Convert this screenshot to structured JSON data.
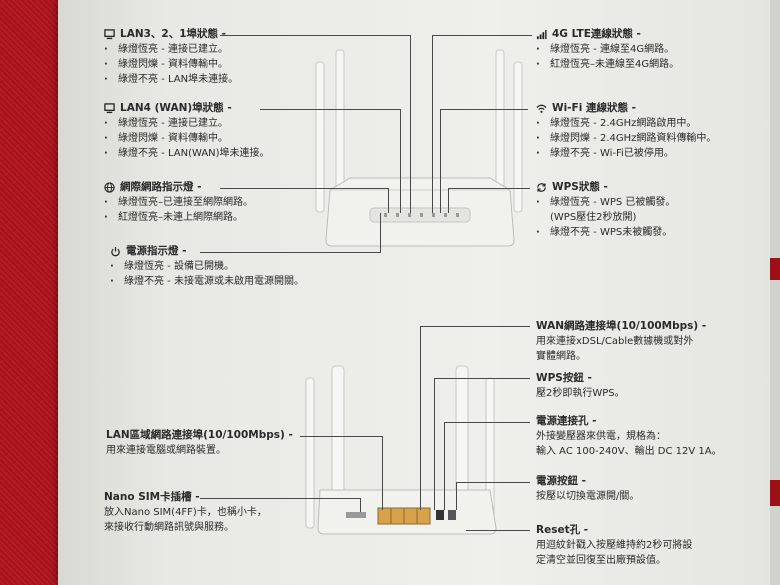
{
  "top_left": {
    "lan321": {
      "title": "LAN3、2、1埠狀態 -",
      "items": [
        "綠燈恆亮 - 連接已建立。",
        "綠燈閃爍 - 資料傳輸中。",
        "綠燈不亮 - LAN埠未連接。"
      ]
    },
    "lan4": {
      "title": "LAN4 (WAN)埠狀態 -",
      "items": [
        "綠燈恆亮 - 連接已建立。",
        "綠燈閃爍 - 資料傳輸中。",
        "綠燈不亮 - LAN(WAN)埠未連接。"
      ]
    },
    "internet": {
      "title": "網際網路指示燈 -",
      "items": [
        "綠燈恆亮–已連接至網際網路。",
        "紅燈恆亮–未連上網際網路。"
      ]
    },
    "power": {
      "title": "電源指示燈 -",
      "items": [
        "綠燈恆亮 - 設備已開機。",
        "綠燈不亮 - 未接電源或未啟用電源開關。"
      ]
    }
  },
  "top_right": {
    "lte": {
      "title": "4G LTE連線狀態 -",
      "items": [
        "綠燈恆亮 - 連線至4G網路。",
        "紅燈恆亮–未連線至4G網路。"
      ]
    },
    "wifi": {
      "title": "Wi-Fi 連線狀態 -",
      "items": [
        "綠燈恆亮 - 2.4GHz網路啟用中。",
        "綠燈閃爍 - 2.4GHz網路資料傳輸中。",
        "綠燈不亮 - Wi-Fi已被停用。"
      ]
    },
    "wps": {
      "title": "WPS狀態 -",
      "item1": "綠燈恆亮 - WPS 已被觸發。",
      "item1_cont": "(WPS壓住2秒放開)",
      "item2": "綠燈不亮 - WPS未被觸發。"
    }
  },
  "bottom_left": {
    "lan_port": {
      "title": "LAN區域網路連接埠(10/100Mbps) -",
      "desc": [
        "用來連接電腦或網路裝置。"
      ]
    },
    "sim": {
      "title": "Nano SIM卡插槽 -",
      "desc": [
        "放入Nano SIM(4FF)卡，也稱小卡，",
        "來接收行動網路訊號與服務。"
      ]
    }
  },
  "bottom_right": {
    "wan_port": {
      "title": "WAN網路連接埠(10/100Mbps) -",
      "desc": [
        "用來連接xDSL/Cable數據機或對外",
        "實體網路。"
      ]
    },
    "wps_button": {
      "title": "WPS按鈕 -",
      "desc": [
        "壓2秒即執行WPS。"
      ]
    },
    "power_jack": {
      "title": "電源連接孔 -",
      "desc": [
        "外接變壓器來供電，規格為：",
        "輸入 AC 100-240V、輸出 DC 12V 1A。"
      ]
    },
    "power_button": {
      "title": "電源按鈕 -",
      "desc": [
        "按壓以切換電源開/關。"
      ]
    },
    "reset": {
      "title": "Reset孔 -",
      "desc": [
        "用迴紋針戳入按壓維持約2秒可將設",
        "定清空並回復至出廠預設值。"
      ]
    }
  },
  "icons": {
    "lan_icon": "monitor-icon",
    "signal_icon": "signal-bars-icon",
    "wifi_icon": "wifi-icon",
    "globe_icon": "globe-icon",
    "wps_icon": "refresh-arrows-icon",
    "power_icon": "power-icon"
  },
  "colors": {
    "carpet": "#b3141d",
    "paper": "#efefeb",
    "ink": "#2a2a2a",
    "router": "#f2f2f0",
    "lan_port": "#d8a24a"
  }
}
